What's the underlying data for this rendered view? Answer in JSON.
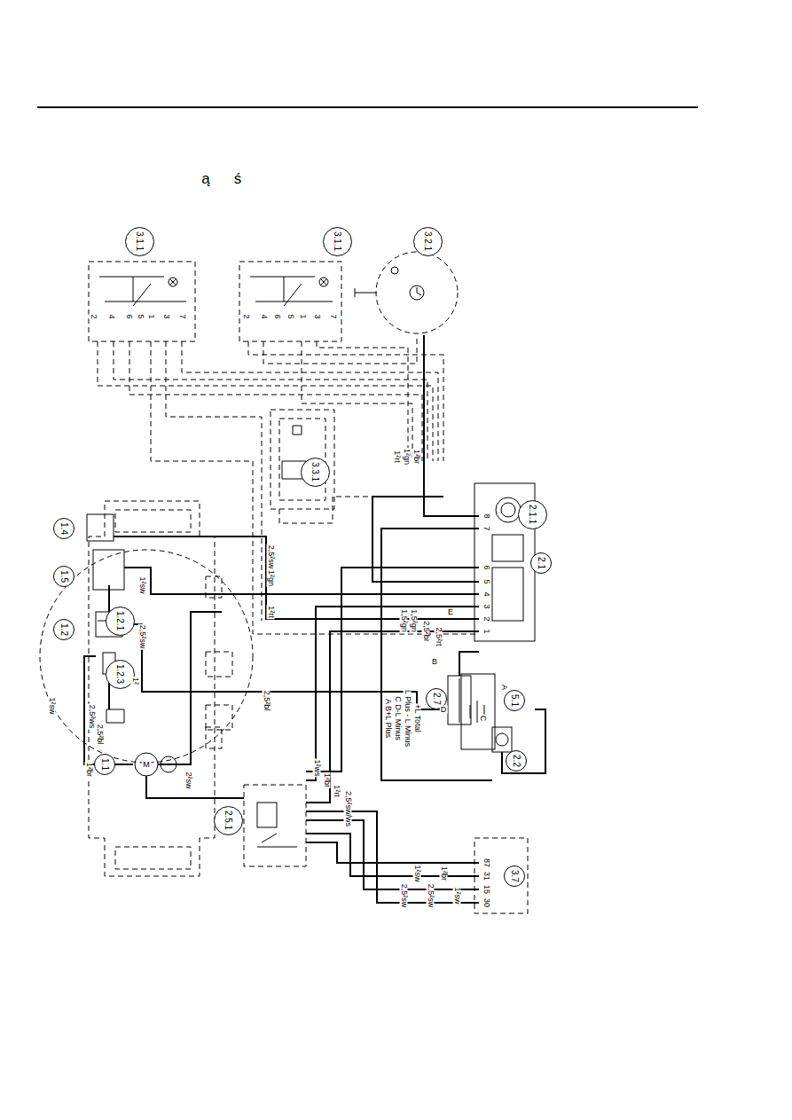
{
  "diagram": {
    "nodes": [
      {
        "text": [
          "3.1.1"
        ]
      },
      {
        "text": [
          "3.1.1"
        ]
      },
      {
        "text": [
          "3.2.1"
        ]
      },
      {
        "text": [
          "1.4"
        ]
      },
      {
        "text": [
          "1.5"
        ]
      },
      {
        "text": [
          "1.2"
        ]
      },
      {
        "text": [
          "1.2.1"
        ]
      },
      {
        "text": [
          "1.2.3"
        ]
      },
      {
        "text": [
          "3.3.1"
        ]
      },
      {
        "text": [
          "2.1.1"
        ]
      },
      {
        "text": [
          "2.1"
        ]
      },
      {
        "text": [
          "1.1"
        ]
      },
      {
        "text": [
          "2.7"
        ]
      },
      {
        "text": [
          "5.1"
        ]
      },
      {
        "text": [
          "2.2"
        ]
      },
      {
        "text": [
          "2.5.1"
        ]
      },
      {
        "text": [
          "3.7"
        ]
      }
    ],
    "labels": [
      "ą",
      "ś",
      "2",
      "4",
      "6",
      "5",
      "1",
      "3",
      "7",
      "2",
      "4",
      "6",
      "5",
      "1",
      "3",
      "7",
      "1²rt",
      "1²gn",
      "1²br",
      "2,5²sw",
      "1²gn",
      "1²rt",
      "2,5²sw",
      "1²sw",
      "1²",
      "1²sw",
      "2,5²ws",
      "2,5²bl",
      "2,5²bl",
      "1²br",
      "2²sw",
      "M",
      "1²ws",
      "1²br",
      "1²rt",
      "2,5²sw/ws",
      "2,5²sw",
      "1²sw",
      "2,5²sw",
      "1²br",
      "1²sw",
      "30",
      "15",
      "31",
      "87",
      "1,5²gn",
      "1,5²gn",
      "2,5²br",
      "2,5²rt",
      "B",
      "D",
      "E",
      "A  B+L Plus",
      "C  D-L Minus",
      "L Plus - L Minus",
      "+L Total",
      "C",
      "A",
      "1",
      "2",
      "3",
      "4",
      "5",
      "6",
      "7",
      "8"
    ]
  }
}
